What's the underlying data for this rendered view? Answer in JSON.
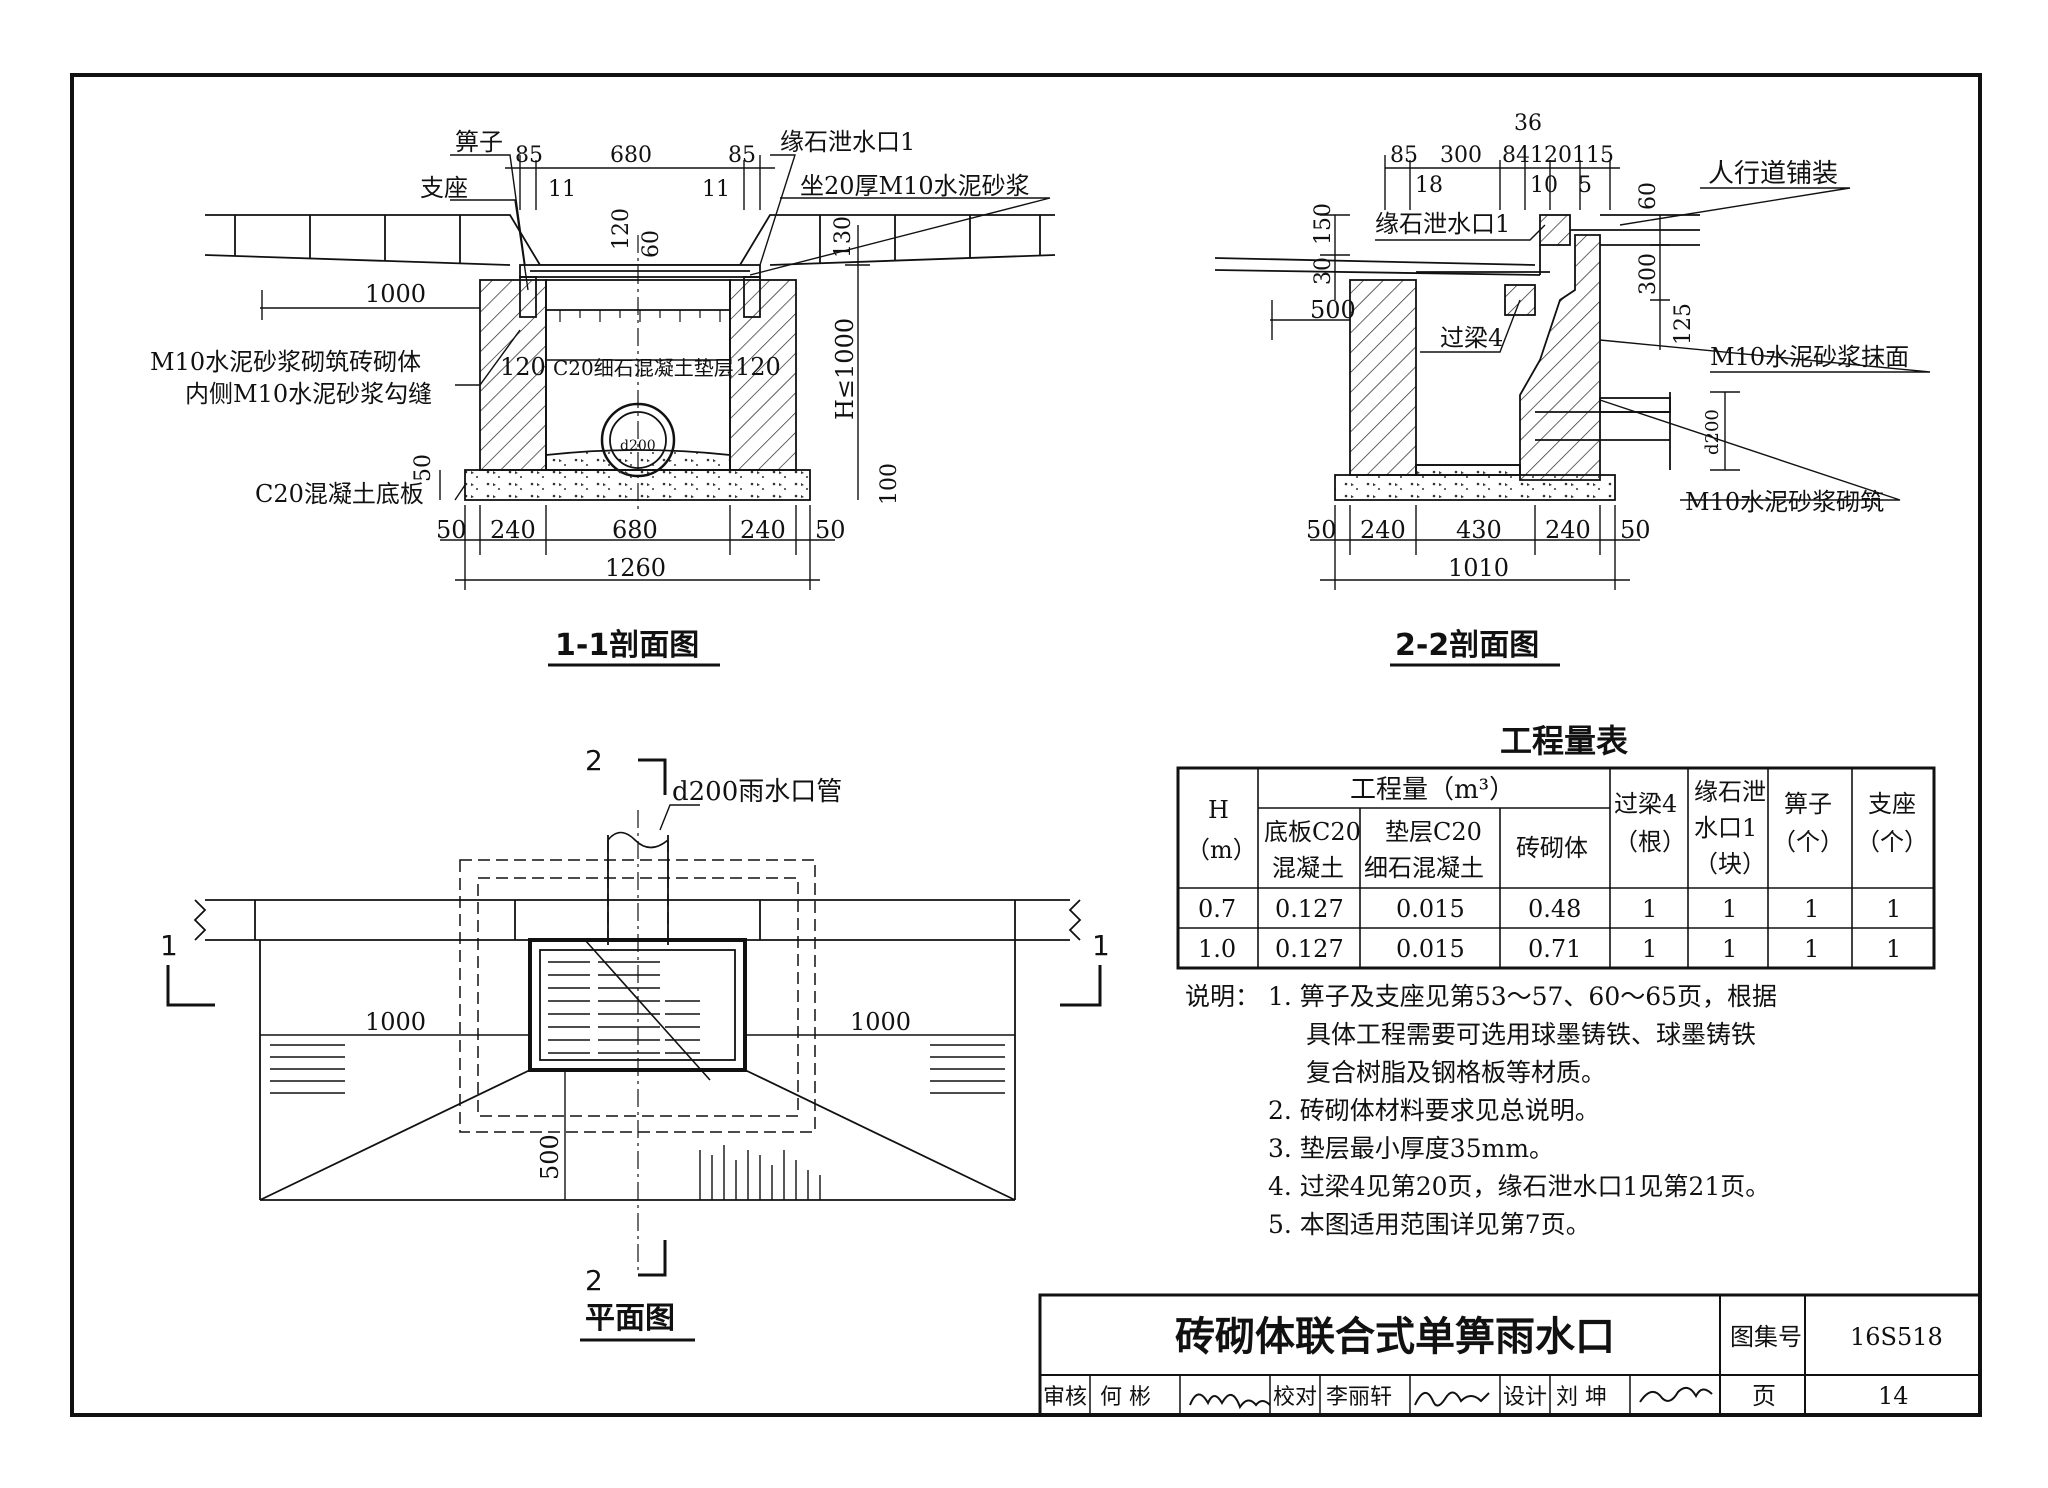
{
  "sheet": {
    "title": "砖砌体联合式单箅雨水口",
    "atlas_label": "图集号",
    "atlas_no": "16S518",
    "page_label": "页",
    "page_no": "14",
    "review_label": "审核",
    "reviewer": "何 彬",
    "check_label": "校对",
    "checker": "李丽轩",
    "design_label": "设计",
    "designer": "刘 坤"
  },
  "section11": {
    "title": "1-1剖面图",
    "labels": {
      "grate": "箅子",
      "support": "支座",
      "curb_outlet": "缘石泄水口1",
      "mortar_seat": "坐20厚M10水泥砂浆",
      "masonry_1": "M10水泥砂浆砌筑砖砌体",
      "masonry_2": "内侧M10水泥砂浆勾缝",
      "cushion": "C20细石混凝土垫层",
      "base": "C20混凝土底板",
      "pipe": "d200",
      "depth": "H≤1000"
    },
    "dims": {
      "top_85_l": "85",
      "top_680": "680",
      "top_85_r": "85",
      "top_11_l": "11",
      "top_11_r": "11",
      "v_120": "120",
      "v_60": "60",
      "v_130": "130",
      "d_1000": "1000",
      "in_120_l": "120",
      "in_120_r": "120",
      "v_50": "50",
      "v_100": "100",
      "b_50_l": "50",
      "b_240_l": "240",
      "b_680": "680",
      "b_240_r": "240",
      "b_50_r": "50",
      "total": "1260"
    }
  },
  "section22": {
    "title": "2-2剖面图",
    "labels": {
      "paving": "人行道铺装",
      "curb_outlet": "缘石泄水口1",
      "beam": "过梁4",
      "plaster": "M10水泥砂浆抹面",
      "masonry": "M10水泥砂浆砌筑",
      "pipe": "d200"
    },
    "dims": {
      "t_85": "85",
      "t_300": "300",
      "t_84120115": "84120115",
      "t_36": "36",
      "t_18": "18",
      "t_10": "10",
      "t_5": "5",
      "v_60": "60",
      "v_150": "150",
      "v_30": "30",
      "v_300": "300",
      "v_125": "125",
      "d_500": "500",
      "b_50_l": "50",
      "b_240_l": "240",
      "b_430": "430",
      "b_240_r": "240",
      "b_50_r": "50",
      "total": "1010"
    }
  },
  "plan": {
    "title": "平面图",
    "pipe_label": "d200雨水口管",
    "cut1_l": "1",
    "cut1_r": "1",
    "cut2_t": "2",
    "cut2_b": "2",
    "d_1000_l": "1000",
    "d_1000_r": "1000",
    "d_500": "500"
  },
  "quantities": {
    "title": "工程量表",
    "h_header": "H",
    "h_unit": "（m）",
    "group_header": "工程量（m³）",
    "col_base_1": "底板C20",
    "col_base_2": "混凝土",
    "col_cushion_1": "垫层C20",
    "col_cushion_2": "细石混凝土",
    "col_masonry": "砖砌体",
    "col_beam_1": "过梁4",
    "col_beam_2": "（根）",
    "col_outlet_1": "缘石泄",
    "col_outlet_2": "水口1",
    "col_outlet_3": "（块）",
    "col_grate_1": "箅子",
    "col_grate_2": "（个）",
    "col_support_1": "支座",
    "col_support_2": "（个）",
    "rows": [
      [
        "0.7",
        "0.127",
        "0.015",
        "0.48",
        "1",
        "1",
        "1",
        "1"
      ],
      [
        "1.0",
        "0.127",
        "0.015",
        "0.71",
        "1",
        "1",
        "1",
        "1"
      ]
    ]
  },
  "notes": {
    "label": "说明：",
    "lines": [
      "1. 箅子及支座见第53～57、60～65页，根据",
      "具体工程需要可选用球墨铸铁、球墨铸铁",
      "复合树脂及钢格板等材质。",
      "2. 砖砌体材料要求见总说明。",
      "3. 垫层最小厚度35mm。",
      "4. 过梁4见第20页，缘石泄水口1见第21页。",
      "5. 本图适用范围详见第7页。"
    ]
  }
}
